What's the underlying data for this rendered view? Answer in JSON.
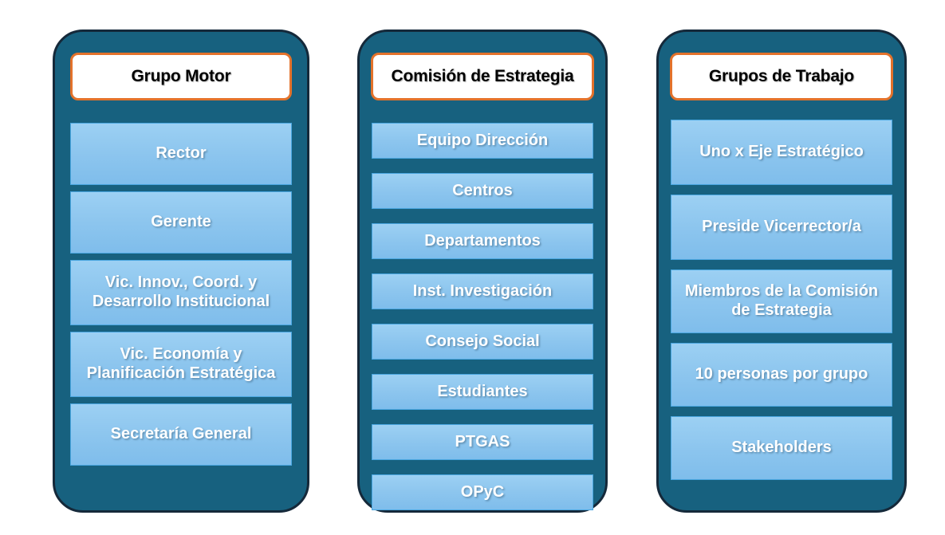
{
  "diagram": {
    "title_accent_color": "#E3722B",
    "container_color": "#17617F",
    "item_color": "#8CC5EE",
    "columns": [
      {
        "id": "grupo-motor",
        "header": "Grupo Motor",
        "items": [
          {
            "label": "Rector"
          },
          {
            "label": "Gerente"
          },
          {
            "label": "Vic. Innov., Coord. y Desarrollo Institucional"
          },
          {
            "label": "Vic. Economía y Planificación Estratégica"
          },
          {
            "label": "Secretaría General"
          }
        ]
      },
      {
        "id": "comision-de-estrategia",
        "header": "Comisión de Estrategia",
        "items": [
          {
            "label": "Equipo Dirección"
          },
          {
            "label": "Centros"
          },
          {
            "label": "Departamentos"
          },
          {
            "label": "Inst. Investigación"
          },
          {
            "label": "Consejo Social"
          },
          {
            "label": "Estudiantes"
          },
          {
            "label": "PTGAS"
          },
          {
            "label": "OPyC"
          }
        ]
      },
      {
        "id": "grupos-de-trabajo",
        "header": "Grupos de Trabajo",
        "items": [
          {
            "label": "Uno x Eje Estratégico"
          },
          {
            "label": "Preside Vicerrector/a"
          },
          {
            "label": "Miembros de la Comisión de Estrategia"
          },
          {
            "label": "10 personas por grupo"
          },
          {
            "label": "Stakeholders"
          }
        ]
      }
    ]
  }
}
